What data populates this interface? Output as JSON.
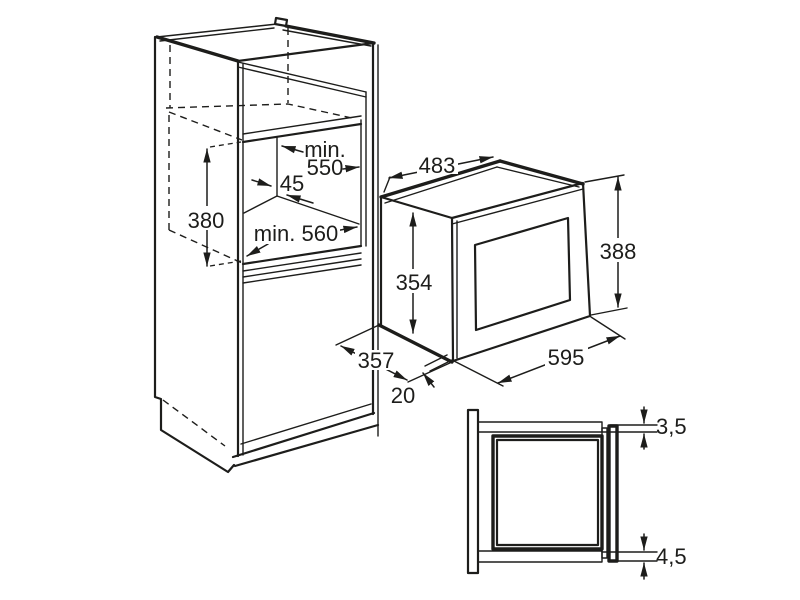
{
  "colors": {
    "line": "#1d1d1b",
    "background": "#ffffff"
  },
  "labels": {
    "cabinet": {
      "niche_width_line1": "min.",
      "niche_width_line2": "550",
      "clearance": "45",
      "niche_height": "380",
      "niche_depth": "min. 560"
    },
    "microwave": {
      "body_width": "483",
      "body_height": "354",
      "door_height": "388",
      "door_width": "595",
      "body_depth": "357",
      "door_overhang": "20"
    },
    "section": {
      "top_gap": "3,5",
      "bottom_gap": "4,5"
    }
  }
}
